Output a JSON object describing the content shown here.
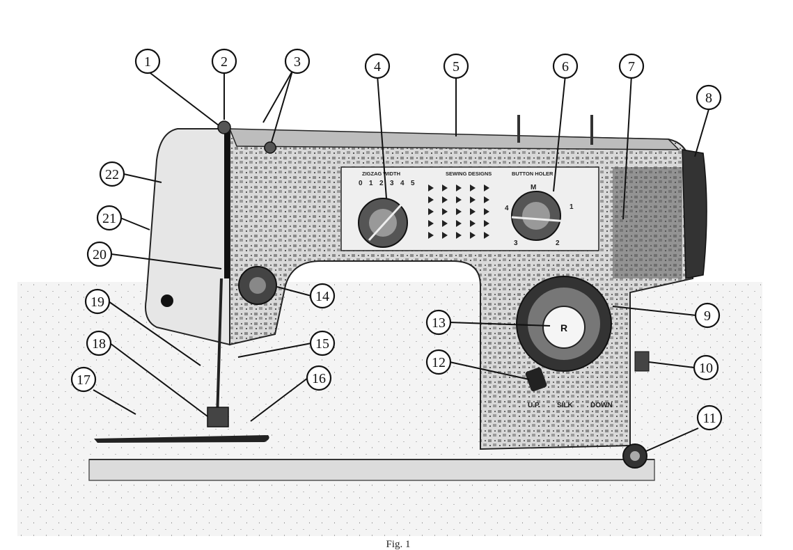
{
  "figure": {
    "caption": "Fig. 1",
    "control_panel": {
      "zigzag_width_label": "ZIGZAG WIDTH",
      "zigzag_scale": [
        "0",
        "1",
        "2",
        "3",
        "4",
        "5"
      ],
      "sewing_designs_label": "SEWING DESIGNS",
      "button_holer_label": "BUTTON HOLER",
      "button_holer_marks": [
        "M",
        "1",
        "2",
        "3",
        "4"
      ]
    },
    "handwheel_center_label": "R",
    "drop_feed_labels": [
      "U.P.",
      "SILK",
      "DOWN"
    ]
  },
  "callouts": [
    {
      "id": 1,
      "label": "1"
    },
    {
      "id": 2,
      "label": "2"
    },
    {
      "id": 3,
      "label": "3"
    },
    {
      "id": 4,
      "label": "4"
    },
    {
      "id": 5,
      "label": "5"
    },
    {
      "id": 6,
      "label": "6"
    },
    {
      "id": 7,
      "label": "7"
    },
    {
      "id": 8,
      "label": "8"
    },
    {
      "id": 9,
      "label": "9"
    },
    {
      "id": 10,
      "label": "10"
    },
    {
      "id": 11,
      "label": "11"
    },
    {
      "id": 12,
      "label": "12"
    },
    {
      "id": 13,
      "label": "13"
    },
    {
      "id": 14,
      "label": "14"
    },
    {
      "id": 15,
      "label": "15"
    },
    {
      "id": 16,
      "label": "16"
    },
    {
      "id": 17,
      "label": "17"
    },
    {
      "id": 18,
      "label": "18"
    },
    {
      "id": 19,
      "label": "19"
    },
    {
      "id": 20,
      "label": "20"
    },
    {
      "id": 21,
      "label": "21"
    },
    {
      "id": 22,
      "label": "22"
    }
  ]
}
